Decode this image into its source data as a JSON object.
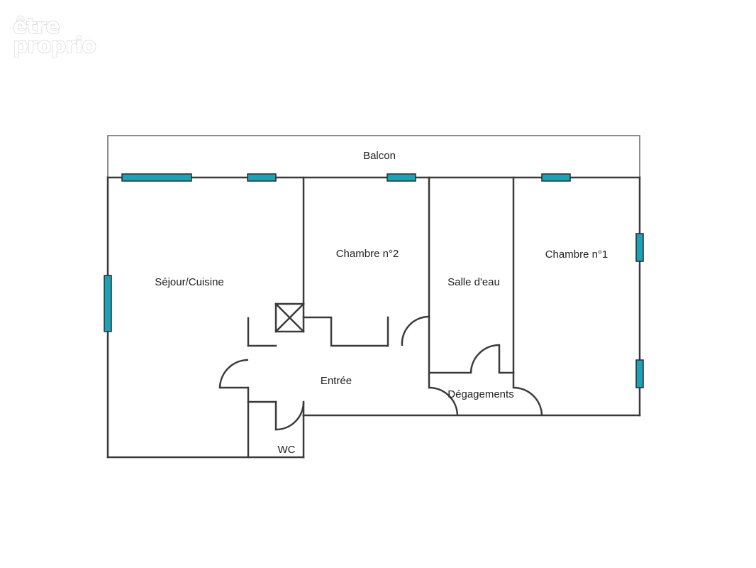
{
  "logo": {
    "line1": "être",
    "line2": "proprio"
  },
  "rooms": {
    "balcon": "Balcon",
    "chambre2": "Chambre n°2",
    "chambre1": "Chambre n°1",
    "sejour": "Séjour/Cuisine",
    "salle_eau": "Salle d'eau",
    "entree": "Entrée",
    "degagements": "Dégagements",
    "wc": "WC"
  },
  "colors": {
    "wall": "#3a3a3a",
    "window": "#1aa3b8",
    "background": "#ffffff"
  }
}
